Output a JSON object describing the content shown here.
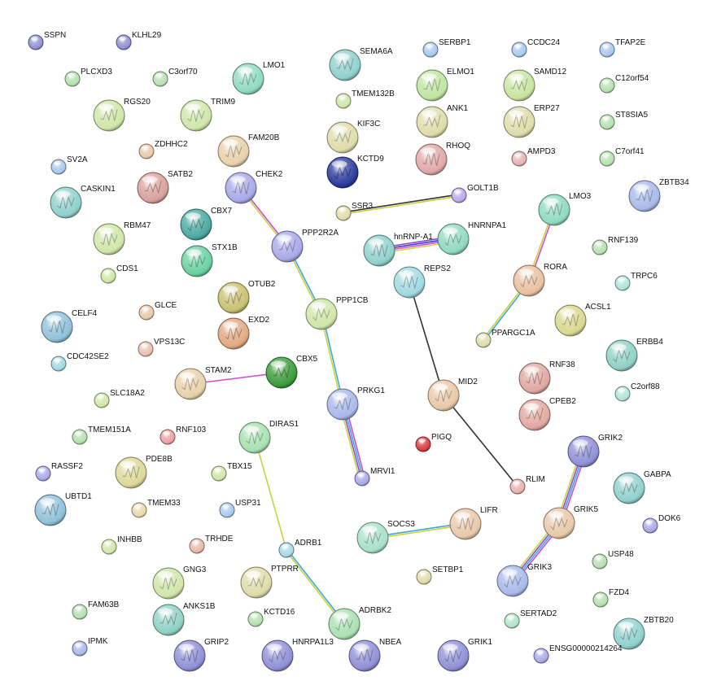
{
  "network": {
    "nodes": [
      {
        "id": "SSPN",
        "label": "SSPN",
        "color": "#8f8fd6"
      },
      {
        "id": "KLHL29",
        "label": "KLHL29",
        "color": "#8f8fd6"
      },
      {
        "id": "PLCXD3",
        "label": "PLCXD3",
        "color": "#b6e0b0"
      },
      {
        "id": "C3orf70",
        "label": "C3orf70",
        "color": "#b6e0b0"
      },
      {
        "id": "LMO1",
        "label": "LMO1",
        "color": "#8fd9c1"
      },
      {
        "id": "SEMA6A",
        "label": "SEMA6A",
        "color": "#8fd0cc"
      },
      {
        "id": "TMEM132B",
        "label": "TMEM132B",
        "color": "#cfe6a8"
      },
      {
        "id": "SERBP1",
        "label": "SERBP1",
        "color": "#a8c8ee"
      },
      {
        "id": "ELMO1",
        "label": "ELMO1",
        "color": "#bfe4a0"
      },
      {
        "id": "CCDC24",
        "label": "CCDC24",
        "color": "#a8c8ee"
      },
      {
        "id": "SAMD12",
        "label": "SAMD12",
        "color": "#c8e4a0"
      },
      {
        "id": "TFAP2E",
        "label": "TFAP2E",
        "color": "#a8c8ee"
      },
      {
        "id": "C12orf54",
        "label": "C12orf54",
        "color": "#b6e0b0"
      },
      {
        "id": "RGS20",
        "label": "RGS20",
        "color": "#cfe6a8"
      },
      {
        "id": "TRIM9",
        "label": "TRIM9",
        "color": "#cfe6a8"
      },
      {
        "id": "ANK1",
        "label": "ANK1",
        "color": "#dedcaa"
      },
      {
        "id": "ERP27",
        "label": "ERP27",
        "color": "#dedcaa"
      },
      {
        "id": "ST8SIA5",
        "label": "ST8SIA5",
        "color": "#b6e0b0"
      },
      {
        "id": "ZDHHC2",
        "label": "ZDHHC2",
        "color": "#e8c8a8"
      },
      {
        "id": "FAM20B",
        "label": "FAM20B",
        "color": "#e8d0aa"
      },
      {
        "id": "KIF3C",
        "label": "KIF3C",
        "color": "#dedcaa"
      },
      {
        "id": "RHOQ",
        "label": "RHOQ",
        "color": "#e0a8a8"
      },
      {
        "id": "AMPD3",
        "label": "AMPD3",
        "color": "#e8b0b0"
      },
      {
        "id": "C7orf41",
        "label": "C7orf41",
        "color": "#b6e0b0"
      },
      {
        "id": "SV2A",
        "label": "SV2A",
        "color": "#a8c8ee"
      },
      {
        "id": "SATB2",
        "label": "SATB2",
        "color": "#d8a09a"
      },
      {
        "id": "CHEK2",
        "label": "CHEK2",
        "color": "#a8a8e8"
      },
      {
        "id": "KCTD9",
        "label": "KCTD9",
        "color": "#2a3a9a"
      },
      {
        "id": "ZBTB34",
        "label": "ZBTB34",
        "color": "#a8b8e8"
      },
      {
        "id": "CASKIN1",
        "label": "CASKIN1",
        "color": "#8fd0cc"
      },
      {
        "id": "SSR3",
        "label": "SSR3",
        "color": "#dedcaa"
      },
      {
        "id": "GOLT1B",
        "label": "GOLT1B",
        "color": "#b8a8ee"
      },
      {
        "id": "CBX7",
        "label": "CBX7",
        "color": "#4aa8a0"
      },
      {
        "id": "LMO3",
        "label": "LMO3",
        "color": "#8fd9c1"
      },
      {
        "id": "RBM47",
        "label": "RBM47",
        "color": "#cfe6a8"
      },
      {
        "id": "PPP2R2A",
        "label": "PPP2R2A",
        "color": "#a8a8e8"
      },
      {
        "id": "hnRNP-A1",
        "label": "hnRNP-A1",
        "color": "#8fd0cc"
      },
      {
        "id": "HNRNPA1",
        "label": "HNRNPA1",
        "color": "#8fd9c1"
      },
      {
        "id": "RNF139",
        "label": "RNF139",
        "color": "#b6e0b0"
      },
      {
        "id": "STX1B",
        "label": "STX1B",
        "color": "#6ad0a0"
      },
      {
        "id": "CDS1",
        "label": "CDS1",
        "color": "#cfe6a8"
      },
      {
        "id": "REPS2",
        "label": "REPS2",
        "color": "#a0d8e0"
      },
      {
        "id": "RORA",
        "label": "RORA",
        "color": "#e8c0a0"
      },
      {
        "id": "TRPC6",
        "label": "TRPC6",
        "color": "#b0e4d8"
      },
      {
        "id": "OTUB2",
        "label": "OTUB2",
        "color": "#c8c070"
      },
      {
        "id": "GLCE",
        "label": "GLCE",
        "color": "#e8c8a8"
      },
      {
        "id": "CELF4",
        "label": "CELF4",
        "color": "#8fc0d8"
      },
      {
        "id": "PPP1CB",
        "label": "PPP1CB",
        "color": "#cfe6a8"
      },
      {
        "id": "ACSL1",
        "label": "ACSL1",
        "color": "#d8d890"
      },
      {
        "id": "EXD2",
        "label": "EXD2",
        "color": "#e0a880"
      },
      {
        "id": "PPARGC1A",
        "label": "PPARGC1A",
        "color": "#dedcaa"
      },
      {
        "id": "VPS13C",
        "label": "VPS13C",
        "color": "#e8c0b0"
      },
      {
        "id": "ERBB4",
        "label": "ERBB4",
        "color": "#8fd0c4"
      },
      {
        "id": "CDC42SE2",
        "label": "CDC42SE2",
        "color": "#a0d8e0"
      },
      {
        "id": "STAM2",
        "label": "STAM2",
        "color": "#e8d0aa"
      },
      {
        "id": "CBX5",
        "label": "CBX5",
        "color": "#3a9a3a"
      },
      {
        "id": "RNF38",
        "label": "RNF38",
        "color": "#e0a8a0"
      },
      {
        "id": "C2orf88",
        "label": "C2orf88",
        "color": "#b0e4d8"
      },
      {
        "id": "PRKG1",
        "label": "PRKG1",
        "color": "#a8b8e8"
      },
      {
        "id": "MID2",
        "label": "MID2",
        "color": "#e8c8a8"
      },
      {
        "id": "CPEB2",
        "label": "CPEB2",
        "color": "#e0a8a0"
      },
      {
        "id": "SLC18A2",
        "label": "SLC18A2",
        "color": "#cfe6a8"
      },
      {
        "id": "TMEM151A",
        "label": "TMEM151A",
        "color": "#b6e0b0"
      },
      {
        "id": "RNF103",
        "label": "RNF103",
        "color": "#e8a0a0"
      },
      {
        "id": "DIRAS1",
        "label": "DIRAS1",
        "color": "#a8e0b0"
      },
      {
        "id": "PIGQ",
        "label": "PIGQ",
        "color": "#d83a3a"
      },
      {
        "id": "GRIK2",
        "label": "GRIK2",
        "color": "#8f8fd6"
      },
      {
        "id": "RASSF2",
        "label": "RASSF2",
        "color": "#a8a8e8"
      },
      {
        "id": "PDE8B",
        "label": "PDE8B",
        "color": "#dcd898"
      },
      {
        "id": "TBX15",
        "label": "TBX15",
        "color": "#cfe6a8"
      },
      {
        "id": "MRVI1",
        "label": "MRVI1",
        "color": "#a8a8e8"
      },
      {
        "id": "RLIM",
        "label": "RLIM",
        "color": "#e8b0b0"
      },
      {
        "id": "GABPA",
        "label": "GABPA",
        "color": "#8fd0cc"
      },
      {
        "id": "UBTD1",
        "label": "UBTD1",
        "color": "#8fc0d8"
      },
      {
        "id": "TMEM33",
        "label": "TMEM33",
        "color": "#e8d8aa"
      },
      {
        "id": "USP31",
        "label": "USP31",
        "color": "#a8c8ee"
      },
      {
        "id": "LIFR",
        "label": "LIFR",
        "color": "#e8c8a8"
      },
      {
        "id": "GRIK5",
        "label": "GRIK5",
        "color": "#e8c8a8"
      },
      {
        "id": "DOK6",
        "label": "DOK6",
        "color": "#a8a8e8"
      },
      {
        "id": "SOCS3",
        "label": "SOCS3",
        "color": "#a8e0c8"
      },
      {
        "id": "INHBB",
        "label": "INHBB",
        "color": "#cfe6a8"
      },
      {
        "id": "TRHDE",
        "label": "TRHDE",
        "color": "#e8b8a8"
      },
      {
        "id": "ADRB1",
        "label": "ADRB1",
        "color": "#a8d8e8"
      },
      {
        "id": "USP48",
        "label": "USP48",
        "color": "#b6e0b0"
      },
      {
        "id": "GNG3",
        "label": "GNG3",
        "color": "#cfe6a8"
      },
      {
        "id": "PTPRR",
        "label": "PTPRR",
        "color": "#dcdca8"
      },
      {
        "id": "SETBP1",
        "label": "SETBP1",
        "color": "#dedcaa"
      },
      {
        "id": "GRIK3",
        "label": "GRIK3",
        "color": "#a8b8e8"
      },
      {
        "id": "FZD4",
        "label": "FZD4",
        "color": "#b6e0b0"
      },
      {
        "id": "FAM63B",
        "label": "FAM63B",
        "color": "#b6e0b0"
      },
      {
        "id": "ANKS1B",
        "label": "ANKS1B",
        "color": "#8fd0c4"
      },
      {
        "id": "KCTD16",
        "label": "KCTD16",
        "color": "#b6e0b0"
      },
      {
        "id": "ADRBK2",
        "label": "ADRBK2",
        "color": "#a8e0b0"
      },
      {
        "id": "SERTAD2",
        "label": "SERTAD2",
        "color": "#b0e4c8"
      },
      {
        "id": "ZBTB20",
        "label": "ZBTB20",
        "color": "#8fd0cc"
      },
      {
        "id": "IPMK",
        "label": "IPMK",
        "color": "#a8b8e8"
      },
      {
        "id": "GRIP2",
        "label": "GRIP2",
        "color": "#8f8fd6"
      },
      {
        "id": "HNRPA1L3",
        "label": "HNRPA1L3",
        "color": "#8f8fd6"
      },
      {
        "id": "NBEA",
        "label": "NBEA",
        "color": "#8f8fd6"
      },
      {
        "id": "GRIK1",
        "label": "GRIK1",
        "color": "#8f8fd6"
      },
      {
        "id": "ENSG00000214264",
        "label": "ENSG00000214264",
        "color": "#a8a8e8"
      }
    ],
    "edges": [
      {
        "from": "CHEK2",
        "to": "PPP2R2A",
        "colors": [
          "#d04ad0",
          "#c8d040"
        ]
      },
      {
        "from": "PPP2R2A",
        "to": "PPP1CB",
        "colors": [
          "#3aa8d8",
          "#c8d040"
        ]
      },
      {
        "from": "PPP1CB",
        "to": "PRKG1",
        "colors": [
          "#3aa8d8",
          "#c8d040"
        ]
      },
      {
        "from": "PRKG1",
        "to": "MRVI1",
        "colors": [
          "#d04ad0",
          "#3aa8d8",
          "#8a4ad0",
          "#c8d040"
        ]
      },
      {
        "from": "SSR3",
        "to": "GOLT1B",
        "colors": [
          "#333333",
          "#c8d040"
        ]
      },
      {
        "from": "hnRNP-A1",
        "to": "HNRNPA1",
        "colors": [
          "#8a4ad0",
          "#3a3ad0",
          "#d04ad0",
          "#c8d040"
        ]
      },
      {
        "from": "LMO3",
        "to": "RORA",
        "colors": [
          "#d04ad0",
          "#c8d040"
        ]
      },
      {
        "from": "RORA",
        "to": "PPARGC1A",
        "colors": [
          "#3aa8d8",
          "#c8d040"
        ]
      },
      {
        "from": "REPS2",
        "to": "MID2",
        "colors": [
          "#333333"
        ]
      },
      {
        "from": "MID2",
        "to": "RLIM",
        "colors": [
          "#333333"
        ]
      },
      {
        "from": "STAM2",
        "to": "CBX5",
        "colors": [
          "#d04ad0"
        ]
      },
      {
        "from": "DIRAS1",
        "to": "ADRB1",
        "colors": [
          "#c8d040"
        ]
      },
      {
        "from": "ADRB1",
        "to": "ADRBK2",
        "colors": [
          "#3aa8d8",
          "#c8d040"
        ]
      },
      {
        "from": "SOCS3",
        "to": "LIFR",
        "colors": [
          "#3aa8d8",
          "#c8d040"
        ]
      },
      {
        "from": "GRIK2",
        "to": "GRIK5",
        "colors": [
          "#d04ad0",
          "#3aa8d8",
          "#8a4ad0",
          "#c8d040"
        ]
      },
      {
        "from": "GRIK5",
        "to": "GRIK3",
        "colors": [
          "#d04ad0",
          "#3aa8d8",
          "#8a4ad0",
          "#c8d040"
        ]
      }
    ]
  }
}
